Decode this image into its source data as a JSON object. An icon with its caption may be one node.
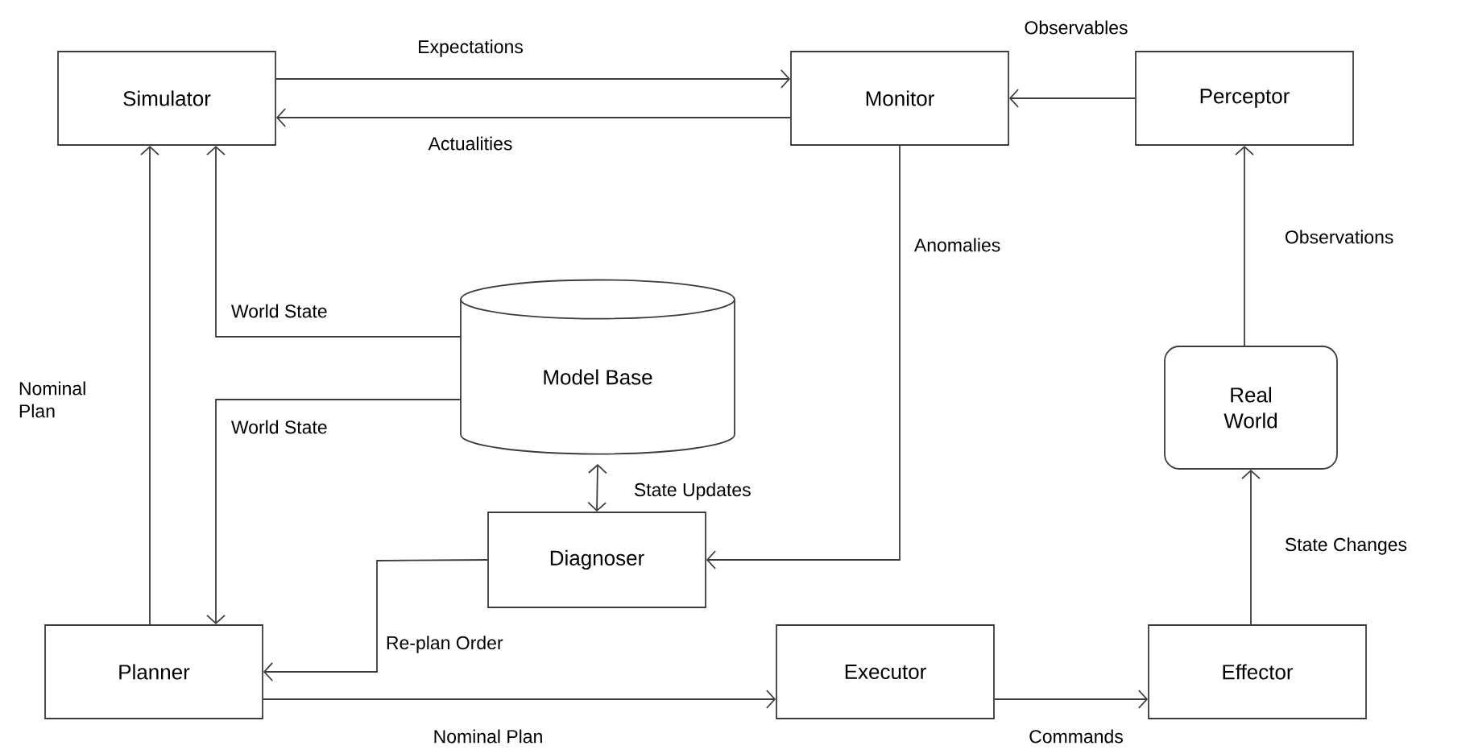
{
  "diagram": {
    "nodes": [
      {
        "text": [
          "Simulator"
        ]
      },
      {
        "text": [
          "Monitor"
        ]
      },
      {
        "text": [
          "Perceptor"
        ]
      },
      {
        "text": [
          "Model Base"
        ]
      },
      {
        "text": [
          "Real World"
        ]
      },
      {
        "text": [
          "Diagnoser"
        ]
      },
      {
        "text": [
          "Planner"
        ]
      },
      {
        "text": [
          "Executor"
        ]
      },
      {
        "text": [
          "Effector"
        ]
      }
    ],
    "edges": [
      {
        "from": 0,
        "to": 1,
        "arrow": "to",
        "label": "Expectations"
      },
      {
        "from": 1,
        "to": 0,
        "arrow": "to",
        "label": "Actualities"
      },
      {
        "from": 2,
        "to": 1,
        "arrow": "to",
        "label": "Observables"
      },
      {
        "from": 1,
        "to": 5,
        "arrow": "to",
        "label": "Anomalies"
      },
      {
        "from": 4,
        "to": 2,
        "arrow": "to",
        "label": "Observations"
      },
      {
        "from": 8,
        "to": 4,
        "arrow": "to",
        "label": "State Changes"
      },
      {
        "from": 7,
        "to": 8,
        "arrow": "to",
        "label": "Commands"
      },
      {
        "from": 6,
        "to": 7,
        "arrow": "to",
        "label": "Nominal Plan"
      },
      {
        "from": 6,
        "to": 0,
        "arrow": "to",
        "label": "Nominal Plan"
      },
      {
        "from": 3,
        "to": 0,
        "arrow": "to",
        "label": "World State"
      },
      {
        "from": 3,
        "to": 6,
        "arrow": "to",
        "label": "World State"
      },
      {
        "from": 3,
        "to": 5,
        "arrow": "both",
        "label": "State Updates"
      },
      {
        "from": 5,
        "to": 6,
        "arrow": "to",
        "label": "Re-plan Order"
      }
    ]
  }
}
